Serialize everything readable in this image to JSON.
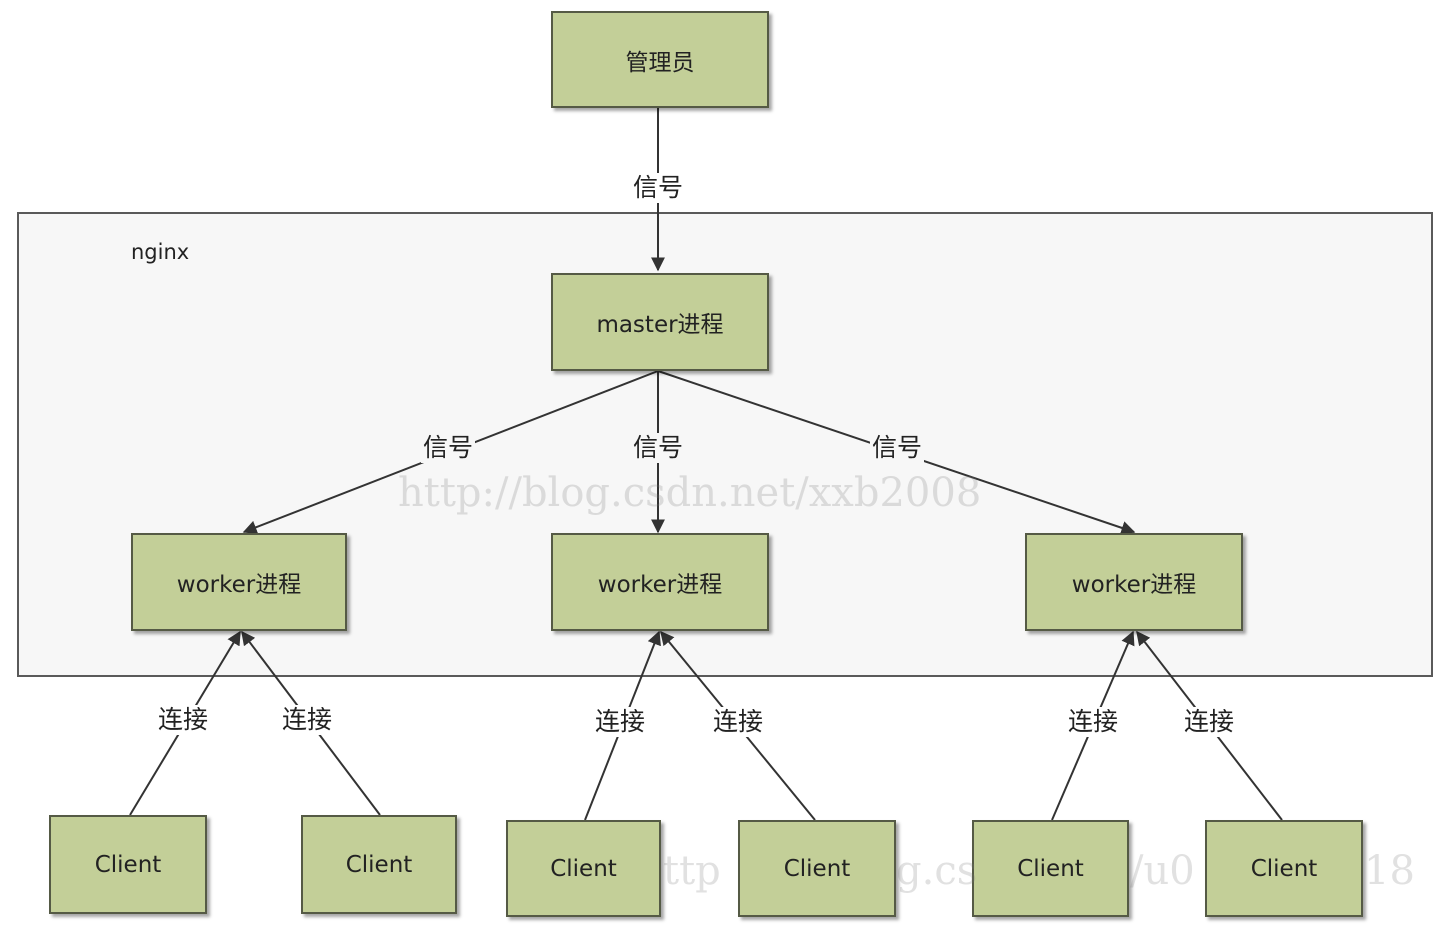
{
  "admin": {
    "label": "管理员"
  },
  "nginx": {
    "label": "nginx"
  },
  "master": {
    "label": "master进程"
  },
  "workers": [
    {
      "label": "worker进程"
    },
    {
      "label": "worker进程"
    },
    {
      "label": "worker进程"
    }
  ],
  "clients": [
    {
      "label": "Client"
    },
    {
      "label": "Client"
    },
    {
      "label": "Client"
    },
    {
      "label": "Client"
    },
    {
      "label": "Client"
    },
    {
      "label": "Client"
    }
  ],
  "edge_labels": {
    "admin_signal": "信号",
    "master_signals": [
      "信号",
      "信号",
      "信号"
    ],
    "connections": [
      "连接",
      "连接",
      "连接",
      "连接",
      "连接",
      "连接"
    ]
  },
  "watermarks": [
    "http://blog.csdn.net/xxb2008",
    "ttp",
    "g.cs",
    "/u0",
    "18"
  ],
  "colors": {
    "box_fill": "#c3cf98",
    "box_border": "#555a45",
    "container_fill": "#f7f7f7"
  }
}
